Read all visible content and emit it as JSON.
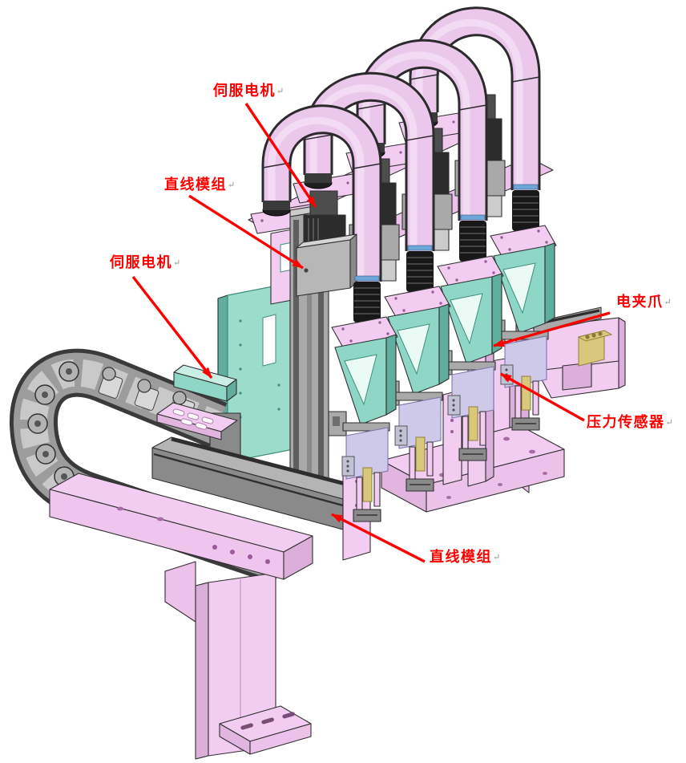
{
  "palette": {
    "label_red": "#ff0000",
    "tube_pink": "#ecc7ec",
    "plate_pink": "#f3cdf1",
    "bracket_teal": "#8ed7c6",
    "motor_dark": "#2c2c2c",
    "module_gray": "#a9a9a9",
    "gripper_lavender": "#cfc9e9",
    "sensor_ring_blue": "#6fa6d8",
    "block_tan": "#d9c77b"
  },
  "marks": {
    "return_mark": "↵"
  },
  "annotations": [
    {
      "part": "servo-motor-vertical-axis",
      "text": "伺服电机"
    },
    {
      "part": "linear-module-vertical",
      "text": "直线模组"
    },
    {
      "part": "servo-motor-horizontal-axis",
      "text": "伺服电机"
    },
    {
      "part": "electric-gripper",
      "text": "电夹爪"
    },
    {
      "part": "pressure-sensor",
      "text": "压力传感器"
    },
    {
      "part": "linear-module-horizontal",
      "text": "直线模组"
    }
  ]
}
